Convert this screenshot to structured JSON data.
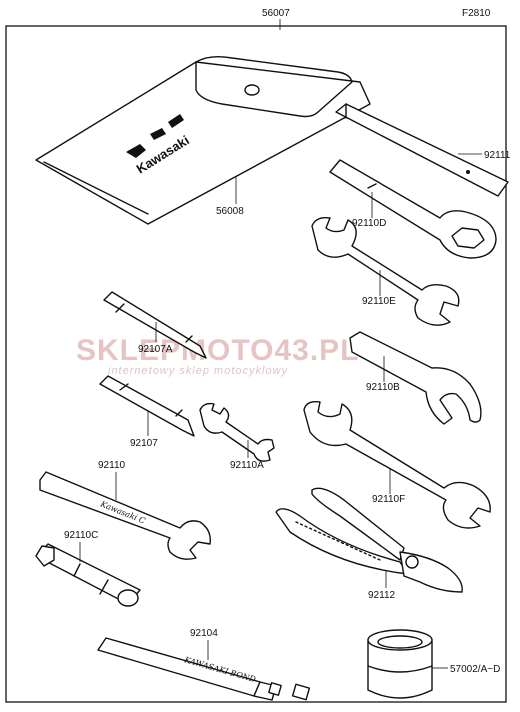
{
  "figure_code": "F2810",
  "watermark": {
    "main": "SKLEPMOTO43.PL",
    "tagline": "internetowy sklep motocyklowy"
  },
  "brand_text": "Kawasaki",
  "tube_text": "KAWASAKI BOND",
  "handle_text": "Kawasaki C",
  "parts": [
    {
      "id": "56007"
    },
    {
      "id": "56008"
    },
    {
      "id": "92111"
    },
    {
      "id": "92110D"
    },
    {
      "id": "92110E"
    },
    {
      "id": "92107A"
    },
    {
      "id": "92110B"
    },
    {
      "id": "92107"
    },
    {
      "id": "92110A"
    },
    {
      "id": "92110"
    },
    {
      "id": "92110F"
    },
    {
      "id": "92110C"
    },
    {
      "id": "92112"
    },
    {
      "id": "92104"
    },
    {
      "id": "57002/A~D"
    }
  ]
}
